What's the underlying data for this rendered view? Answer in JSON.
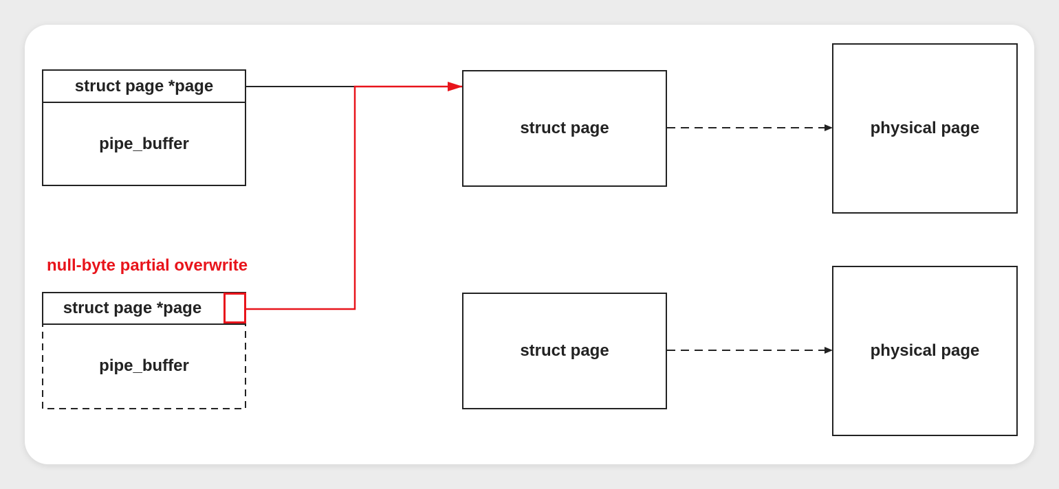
{
  "diagram": {
    "pipe_buffer_1": {
      "header": "struct page *page",
      "body": "pipe_buffer"
    },
    "pipe_buffer_2": {
      "header": "struct page *page",
      "body": "pipe_buffer"
    },
    "annotation": "null-byte partial overwrite",
    "struct_page_1": "struct page",
    "struct_page_2": "struct page",
    "physical_page_1": "physical page",
    "physical_page_2": "physical page",
    "colors": {
      "highlight": "#e8141b",
      "stroke": "#222222"
    }
  }
}
